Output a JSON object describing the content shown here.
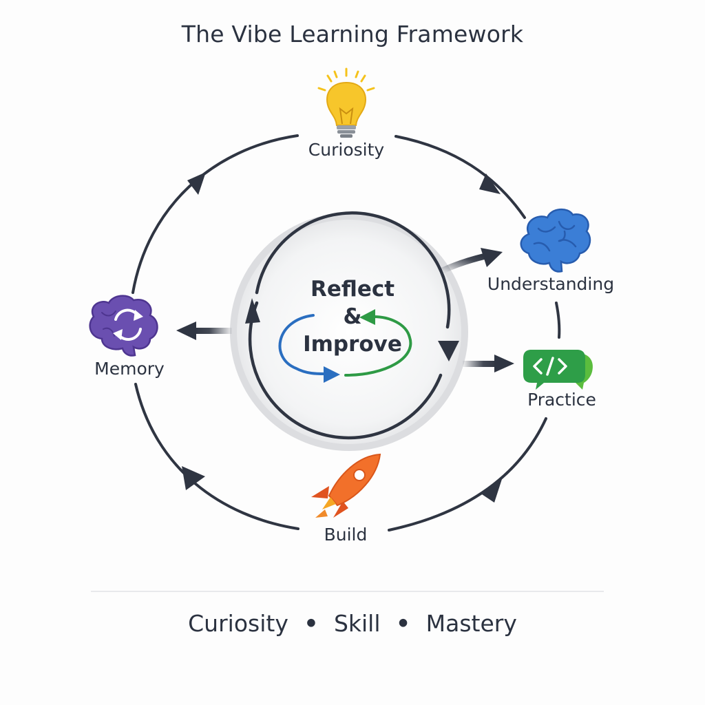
{
  "title": "The Vibe Learning Framework",
  "cycle": {
    "stages": [
      {
        "label": "Curiosity",
        "icon": "lightbulb-icon",
        "color": "#f5c21b"
      },
      {
        "label": "Understanding",
        "icon": "brain-icon",
        "color": "#3a7bd5"
      },
      {
        "label": "Practice",
        "icon": "code-chat-icon",
        "color": "#2e9e48"
      },
      {
        "label": "Build",
        "icon": "rocket-icon",
        "color": "#f2702a"
      },
      {
        "label": "Memory",
        "icon": "brain-refresh-icon",
        "color": "#6a4fb0"
      }
    ]
  },
  "center": {
    "line1": "Reflect",
    "line2": "&",
    "line3": "Improve"
  },
  "tagline": {
    "parts": [
      "Curiosity",
      "Skill",
      "Mastery"
    ],
    "separator": "•"
  },
  "colors": {
    "arrow": "#2f3542",
    "blue_arrow": "#2a6ec0",
    "green_arrow": "#2e9a45"
  }
}
